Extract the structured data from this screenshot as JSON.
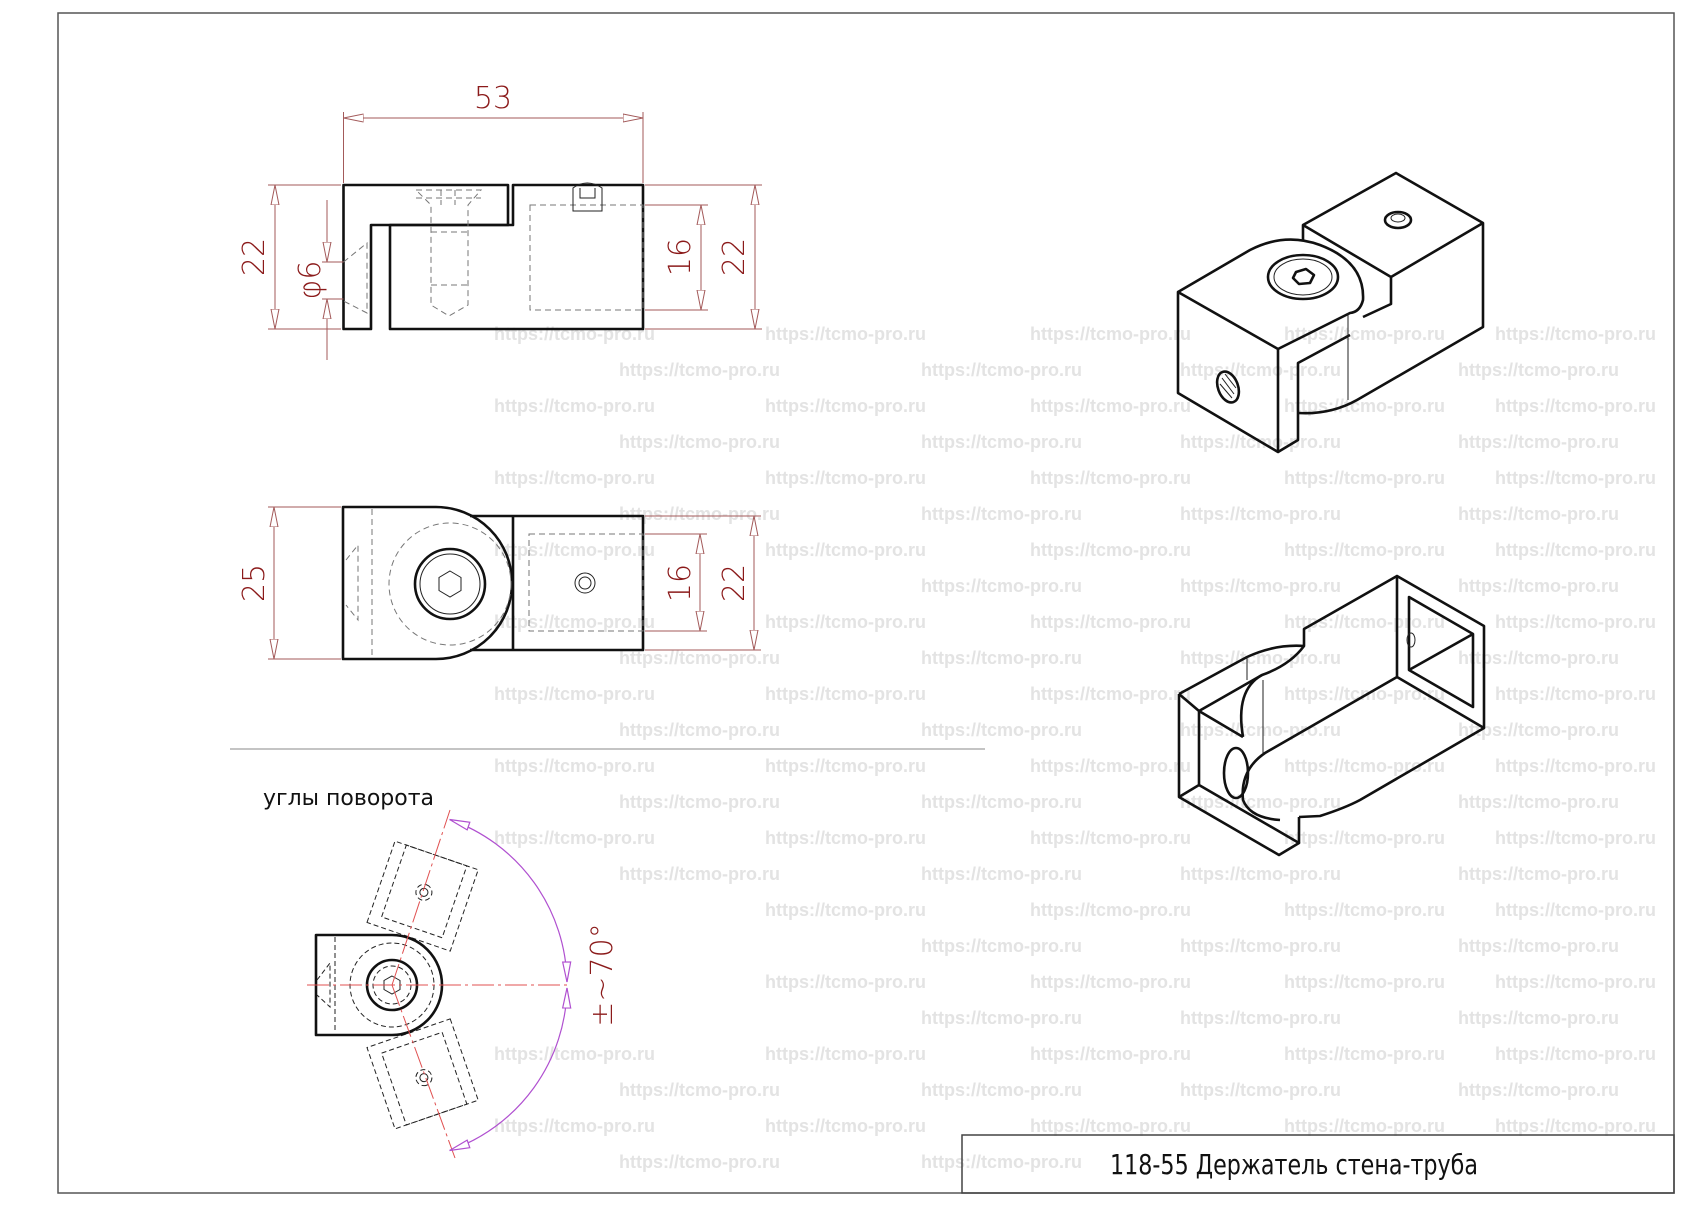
{
  "watermark": "https://tcmo-pro.ru",
  "title_block": {
    "title": "118-55 Держатель стена-труба"
  },
  "front_view": {
    "width": "53",
    "height_left": "22",
    "hole": "φ6",
    "tube_inner": "16",
    "height_right": "22"
  },
  "top_view": {
    "height_left": "25",
    "tube_inner": "16",
    "height_right": "22"
  },
  "rotation_view": {
    "caption": "углы поворота",
    "angle": "±~70°"
  },
  "colors": {
    "dimension": "#8b1a1a",
    "centerline": "#e05050",
    "angle_arc": "#b050d0"
  }
}
